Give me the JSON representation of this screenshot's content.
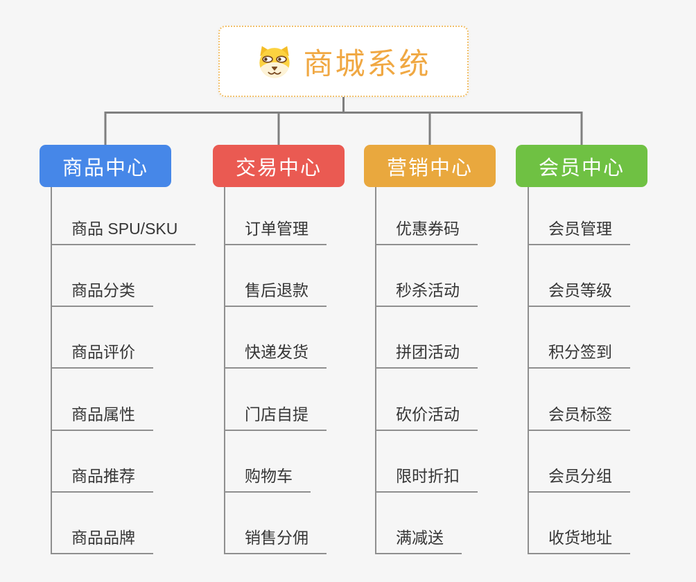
{
  "root": {
    "title": "商城系统",
    "icon": "dog-mascot-icon"
  },
  "branches": [
    {
      "label": "商品中心",
      "color": "#4687e8",
      "items": [
        "商品 SPU/SKU",
        "商品分类",
        "商品评价",
        "商品属性",
        "商品推荐",
        "商品品牌"
      ]
    },
    {
      "label": "交易中心",
      "color": "#ea5a52",
      "items": [
        "订单管理",
        "售后退款",
        "快递发货",
        "门店自提",
        "购物车",
        "销售分佣"
      ]
    },
    {
      "label": "营销中心",
      "color": "#e9a83e",
      "items": [
        "优惠券码",
        "秒杀活动",
        "拼团活动",
        "砍价活动",
        "限时折扣",
        "满减送"
      ]
    },
    {
      "label": "会员中心",
      "color": "#6fc143",
      "items": [
        "会员管理",
        "会员等级",
        "积分签到",
        "会员标签",
        "会员分组",
        "收货地址"
      ]
    }
  ],
  "colors": {
    "background": "#f6f6f6",
    "connector": "#7f7f7f",
    "leaf_line": "#8f8f8f",
    "root_accent": "#f0a843",
    "root_border": "#f2c06a",
    "leaf_text": "#363636"
  }
}
